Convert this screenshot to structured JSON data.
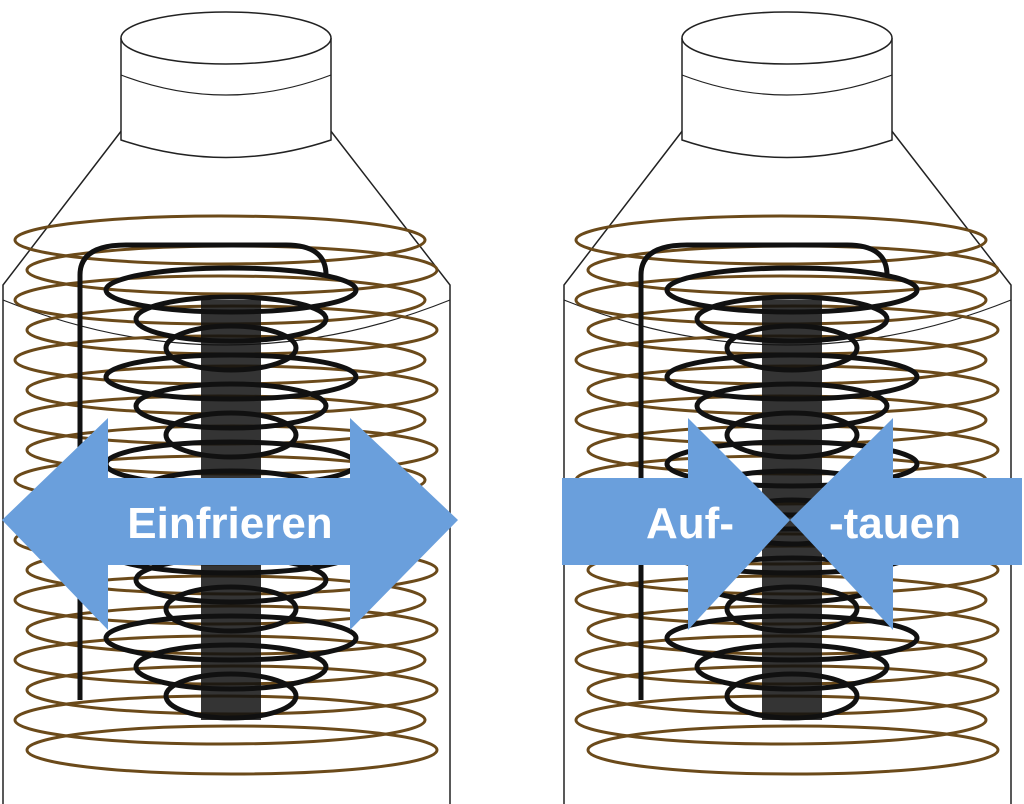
{
  "labels": {
    "freeze": "Einfrieren",
    "thaw_left": "Auf-",
    "thaw_right": "-tauen"
  },
  "colors": {
    "arrow": "#6a9fdc",
    "outer_coil": "#6b4a1a",
    "inner_coil": "#111111",
    "bottle_outline": "#222222"
  }
}
